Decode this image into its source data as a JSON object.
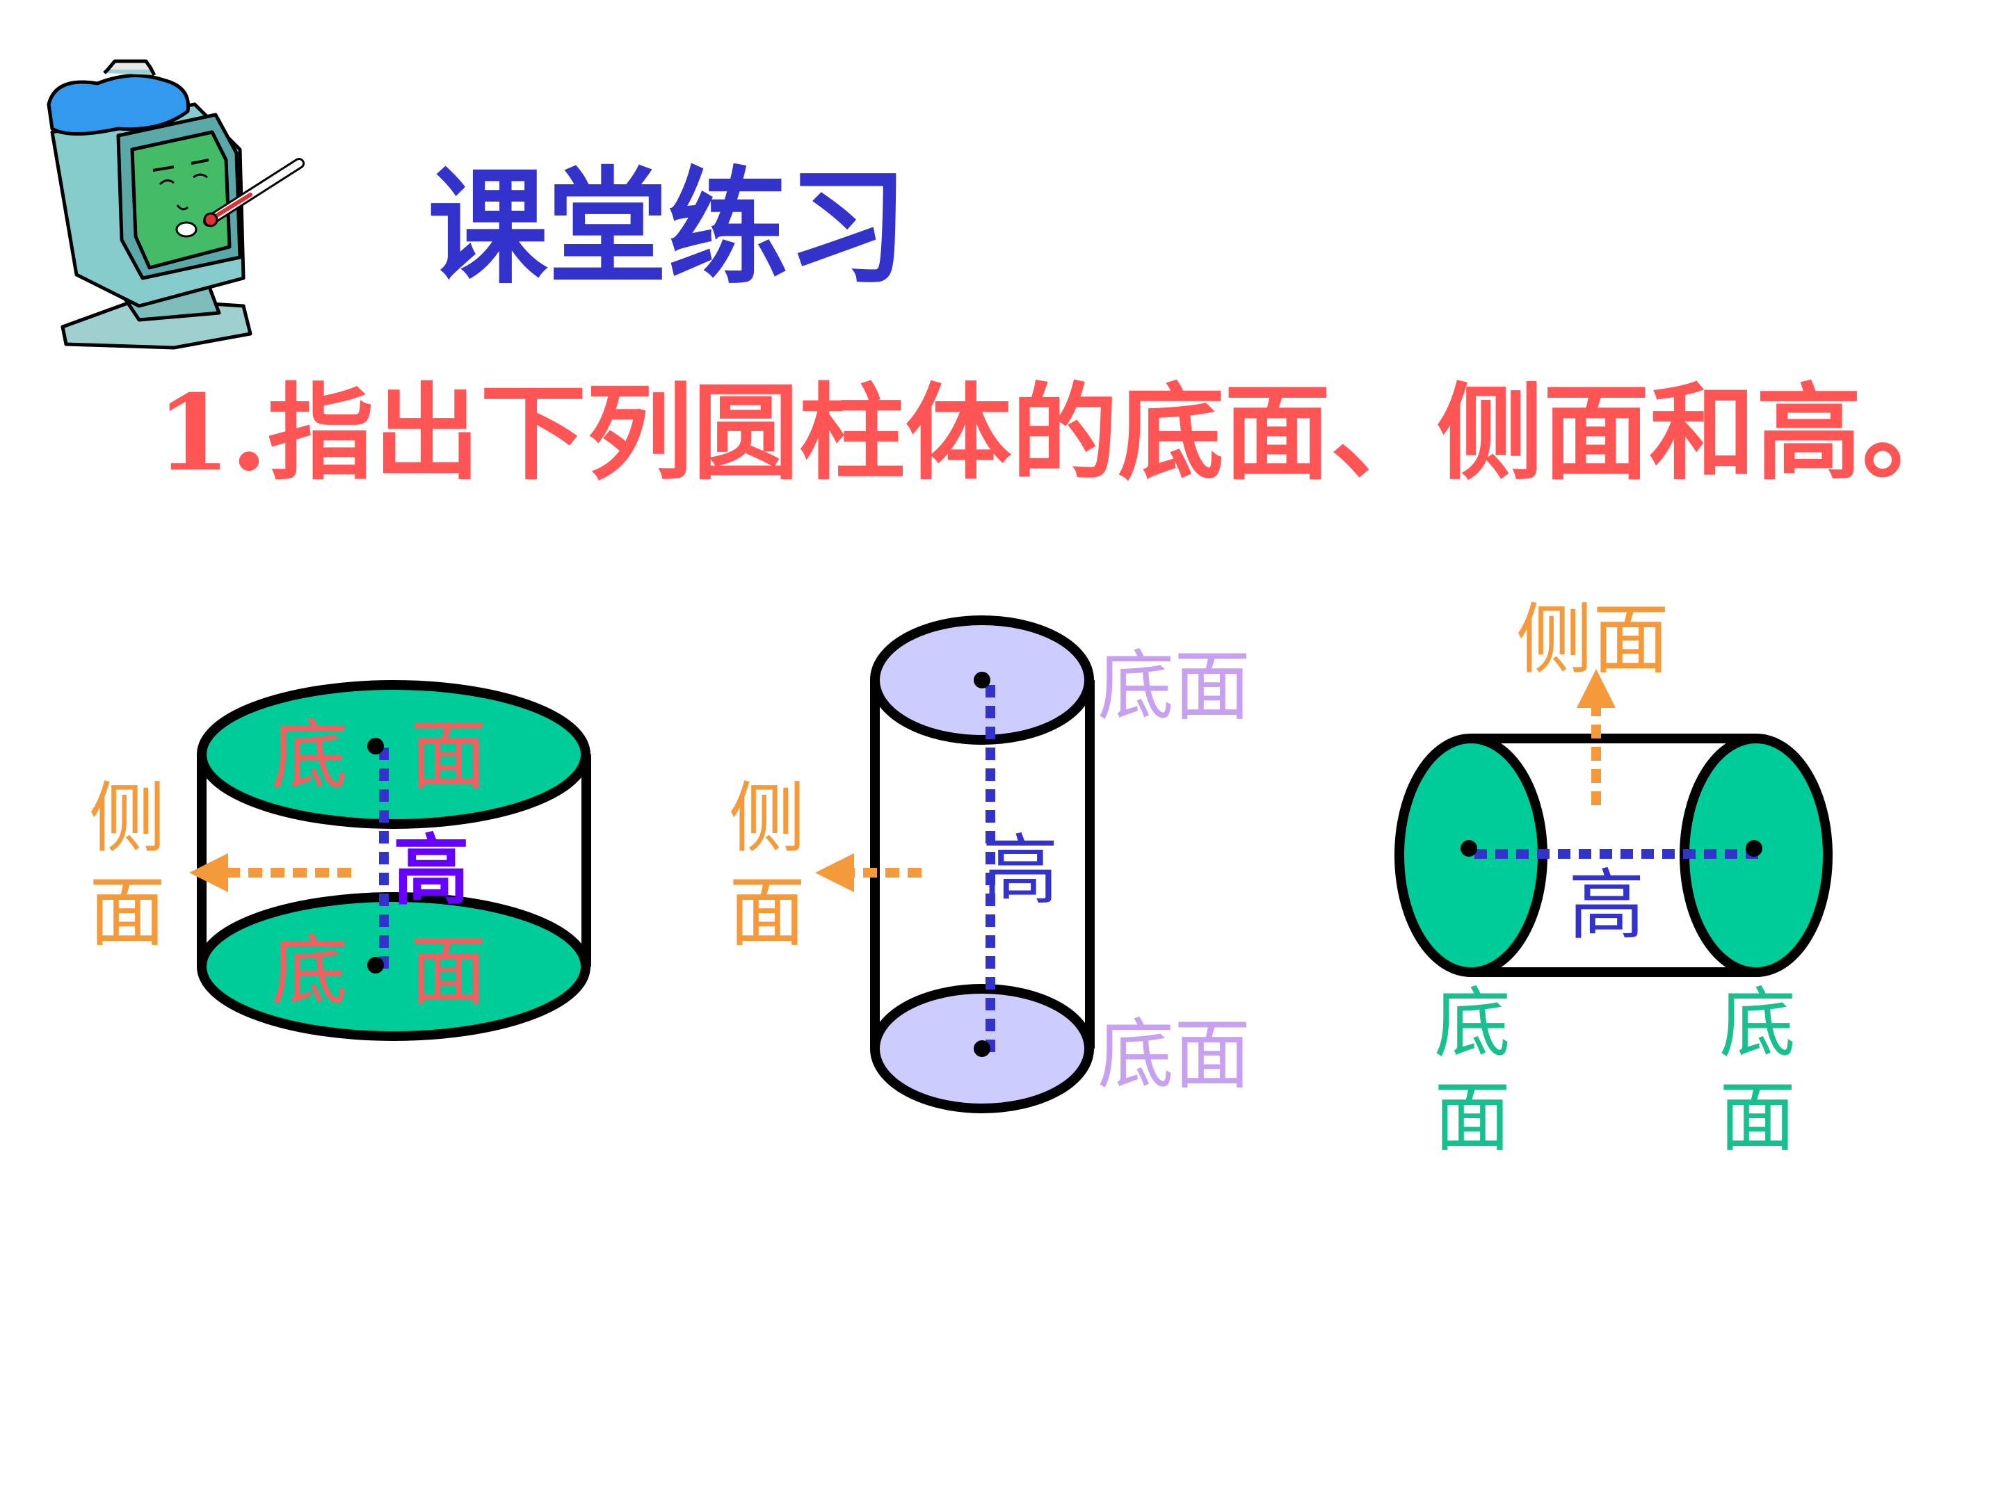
{
  "slide": {
    "title": "课堂练习",
    "question": "1.指出下列圆柱体的底面、侧面和高。"
  },
  "colors": {
    "title": "#3333cc",
    "question": "#ff5555",
    "side": "#f59a3a",
    "base_red": "#f06060",
    "base_lavender": "#c8a0f0",
    "base_green": "#1abf8f",
    "height_blue": "#3333cc",
    "height_violet": "#6600ff",
    "fill_green": "#00cc99",
    "fill_lavender": "#ccccff",
    "stroke": "#000000"
  },
  "figures": [
    {
      "name": "short-cylinder",
      "labels": {
        "side_1": "侧",
        "side_2": "面",
        "top_base_1": "底",
        "top_base_2": "面",
        "height": "高",
        "bottom_base_1": "底",
        "bottom_base_2": "面"
      }
    },
    {
      "name": "tall-cylinder",
      "labels": {
        "side_1": "侧",
        "side_2": "面",
        "top_base": "底面",
        "height": "高",
        "bottom_base": "底面"
      }
    },
    {
      "name": "horizontal-cylinder",
      "labels": {
        "side": "侧面",
        "height": "高",
        "left_base_1": "底",
        "left_base_2": "面",
        "right_base_1": "底",
        "right_base_2": "面"
      }
    }
  ],
  "icons": [
    "sick-computer-icon"
  ]
}
